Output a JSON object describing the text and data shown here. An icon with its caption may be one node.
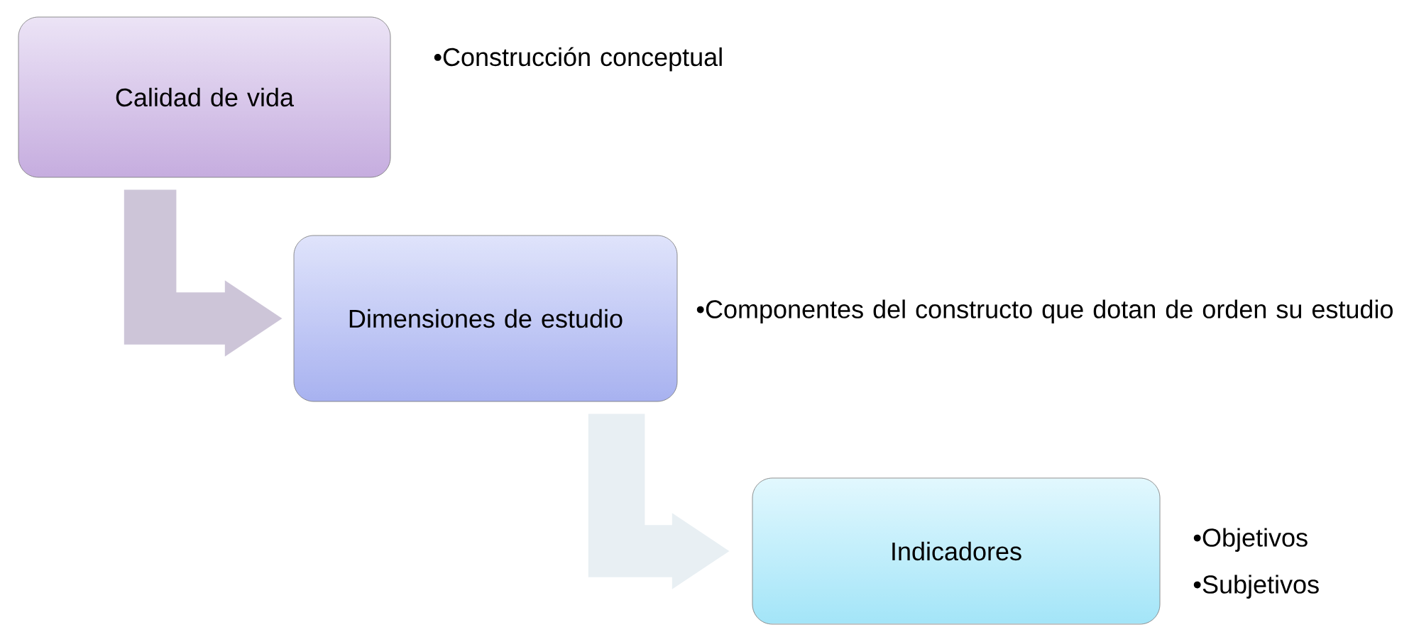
{
  "diagram": {
    "nodes": [
      {
        "text": [
          "Calidad de vida"
        ],
        "beside": [
          "•Construcción conceptual"
        ]
      },
      {
        "text": [
          "Dimensiones de estudio"
        ],
        "beside": [
          "•Componentes del constructo que dotan de orden su estudio"
        ]
      },
      {
        "text": [
          "Indicadores"
        ],
        "beside": [
          "•Objetivos",
          "•Subjetivos"
        ]
      }
    ],
    "edges": [
      {
        "from": 0,
        "to": 1,
        "arrow": "to",
        "color": "#cdc5d8"
      },
      {
        "from": 1,
        "to": 2,
        "arrow": "to",
        "color": "#e8eff3"
      }
    ]
  }
}
